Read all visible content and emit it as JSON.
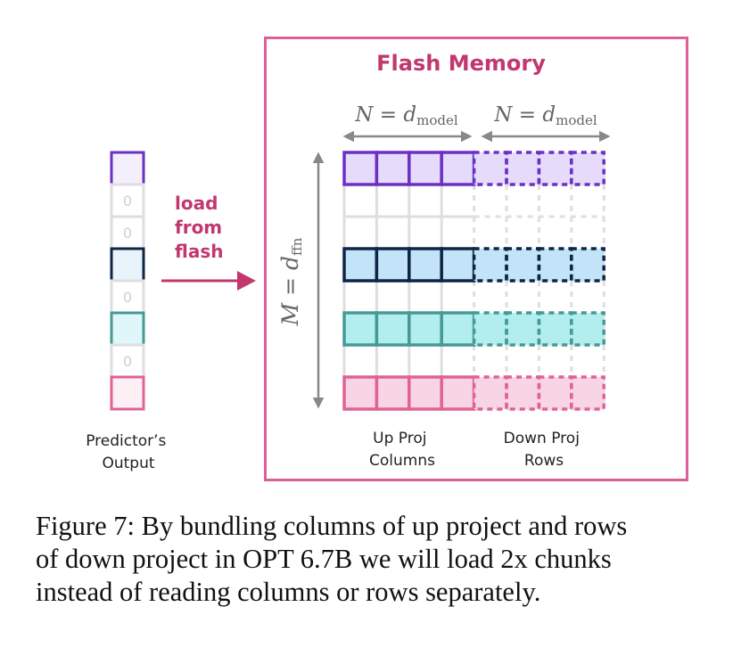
{
  "figure": {
    "flash_memory_title": "Flash Memory",
    "n_label": {
      "lhs": "N",
      "eq": " = ",
      "var": "d",
      "sub": "model"
    },
    "m_label": {
      "lhs": "M",
      "eq": " = ",
      "var": "d",
      "sub": "ffn"
    },
    "arrow_label_lines": [
      "load",
      "from",
      "flash"
    ],
    "predictor_label_lines": [
      "Predictor’s",
      "Output"
    ],
    "up_proj_label_lines": [
      "Up Proj",
      "Columns"
    ],
    "down_proj_label_lines": [
      "Down Proj",
      "Rows"
    ],
    "predictor_cells": [
      {
        "active": true,
        "color": "purple"
      },
      {
        "active": false,
        "value": "0"
      },
      {
        "active": false,
        "value": "0"
      },
      {
        "active": true,
        "color": "navy"
      },
      {
        "active": false,
        "value": "0"
      },
      {
        "active": true,
        "color": "teal"
      },
      {
        "active": false,
        "value": "0"
      },
      {
        "active": true,
        "color": "pink"
      }
    ],
    "grid": {
      "rows": 8,
      "up_cols": 4,
      "down_cols": 4
    },
    "colors": {
      "accent": "#c2386e",
      "box_border": "#de5f98",
      "purple": {
        "stroke": "#6a31c4",
        "fill": "#e6dbfb",
        "light": "#f3effc"
      },
      "navy": {
        "stroke": "#0f2545",
        "fill": "#c3e4f8",
        "light": "#e8f3fb"
      },
      "teal": {
        "stroke": "#459a96",
        "fill": "#b3eeee",
        "light": "#dff7f8"
      },
      "pink": {
        "stroke": "#e06296",
        "fill": "#f8d5e5",
        "light": "#fcf0f5"
      },
      "grid_line": "#dedede",
      "axis": "#888888"
    }
  },
  "caption": {
    "lines": [
      "Figure 7: By bundling columns of up project and rows",
      "of down project in OPT 6.7B we will load 2x chunks",
      "instead of reading columns or rows separately."
    ]
  }
}
